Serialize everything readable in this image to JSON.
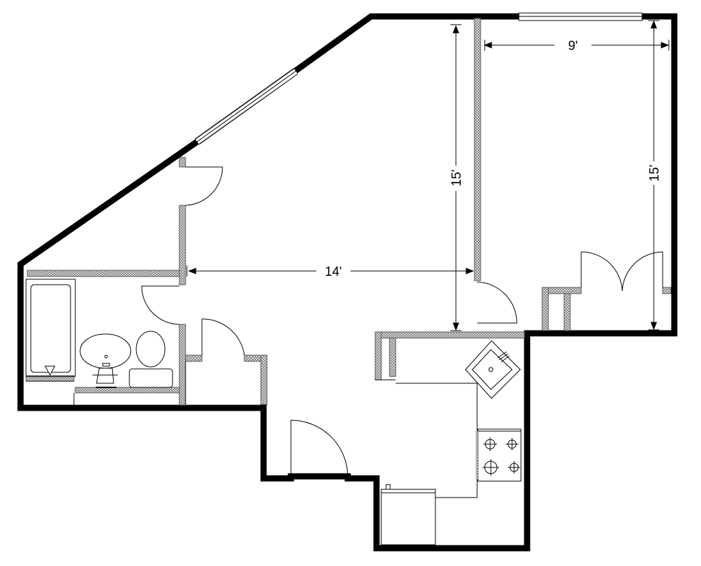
{
  "plan": {
    "colors": {
      "wall": "#000000",
      "partition": "#9a9a9a",
      "background": "#ffffff",
      "window": "#ffffff"
    },
    "dimensions": {
      "living_width": "14'",
      "living_depth": "15'",
      "bedroom_width": "9'",
      "bedroom_depth": "15'"
    },
    "fixtures": [
      "bathtub",
      "toilet",
      "bathroom-sink",
      "kitchen-sink",
      "stove",
      "refrigerator"
    ]
  }
}
